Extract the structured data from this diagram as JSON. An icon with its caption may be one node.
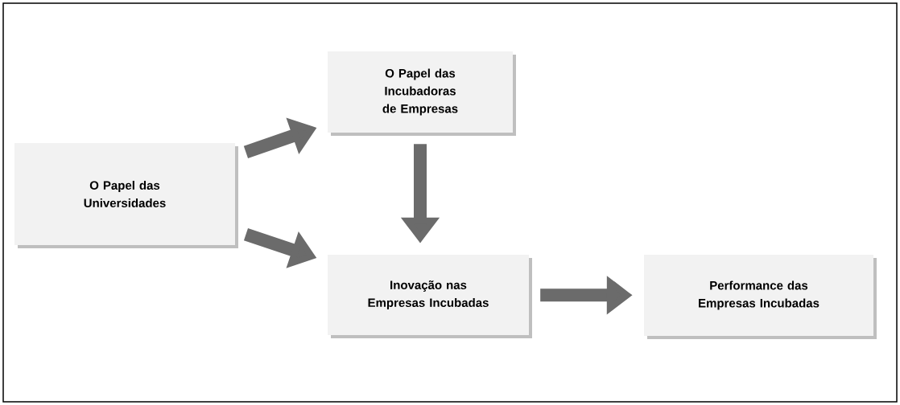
{
  "diagram": {
    "nodes": [
      {
        "text": [
          "O Papel das Universidades"
        ]
      },
      {
        "text": [
          "O Papel das Incubadoras de Empresas"
        ]
      },
      {
        "text": [
          "Inovação nas Empresas Incubadas"
        ]
      },
      {
        "text": [
          "Performance das Empresas Incubadas"
        ]
      }
    ],
    "edges": [
      {
        "from": 0,
        "to": 1,
        "arrow": "to"
      },
      {
        "from": 0,
        "to": 2,
        "arrow": "to"
      },
      {
        "from": 1,
        "to": 2,
        "arrow": "to"
      },
      {
        "from": 2,
        "to": 3,
        "arrow": "to"
      }
    ]
  }
}
